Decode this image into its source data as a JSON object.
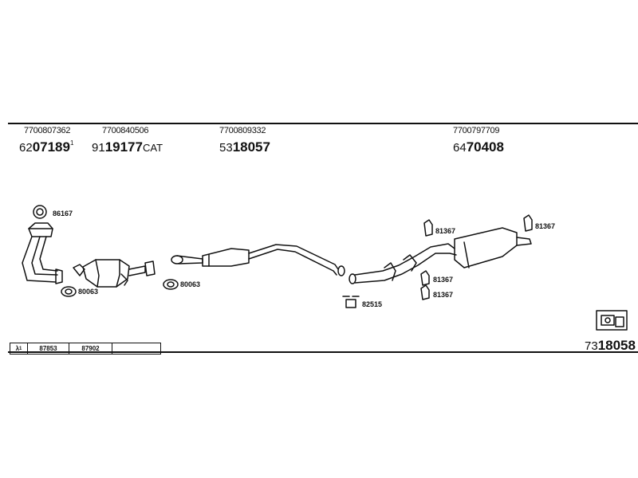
{
  "groups": [
    {
      "oem": "7700807362",
      "prefix": "62",
      "number": "07189",
      "suffix": "",
      "mark": "1"
    },
    {
      "oem": "7700840506",
      "prefix": "91",
      "number": "19177",
      "suffix": "CAT",
      "mark": ""
    },
    {
      "oem": "7700809332",
      "prefix": "53",
      "number": "18057",
      "suffix": "",
      "mark": ""
    },
    {
      "oem": "7700797709",
      "prefix": "64",
      "number": "70408",
      "suffix": "",
      "mark": ""
    }
  ],
  "callouts": {
    "gasket_top": "86167",
    "gasket_left": "80063",
    "gasket_mid": "80063",
    "bracket_bottom": "82515",
    "hanger_1": "81367",
    "hanger_2": "81367",
    "hanger_3": "81367",
    "hanger_4": "81367"
  },
  "lambda_table": {
    "symbol": "λ",
    "superscript": "1",
    "values": [
      "87853",
      "87902",
      ""
    ]
  },
  "kit": {
    "prefix": "73",
    "number": "18058"
  }
}
